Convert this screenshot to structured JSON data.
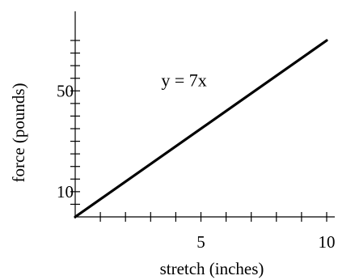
{
  "chart_data": {
    "type": "line",
    "title": "",
    "xlabel": "stretch  (inches)",
    "ylabel": "force  (pounds)",
    "xlim": [
      0,
      10
    ],
    "ylim": [
      0,
      70
    ],
    "x_ticks": [
      0,
      1,
      2,
      3,
      4,
      5,
      6,
      7,
      8,
      9,
      10
    ],
    "y_ticks": [
      0,
      5,
      10,
      15,
      20,
      25,
      30,
      35,
      40,
      45,
      50,
      55,
      60,
      65,
      70
    ],
    "x_tick_labels": [
      {
        "value": 5,
        "label": "5"
      },
      {
        "value": 10,
        "label": "10"
      }
    ],
    "y_tick_labels": [
      {
        "value": 10,
        "label": "10"
      },
      {
        "value": 50,
        "label": "50"
      }
    ],
    "series": [
      {
        "x": [
          0,
          10
        ],
        "y": [
          0,
          70
        ]
      }
    ],
    "annotations": [
      {
        "text": "y = 7x",
        "x": 4.0,
        "y": 50
      }
    ],
    "grid": false,
    "line_color": "#000000"
  }
}
